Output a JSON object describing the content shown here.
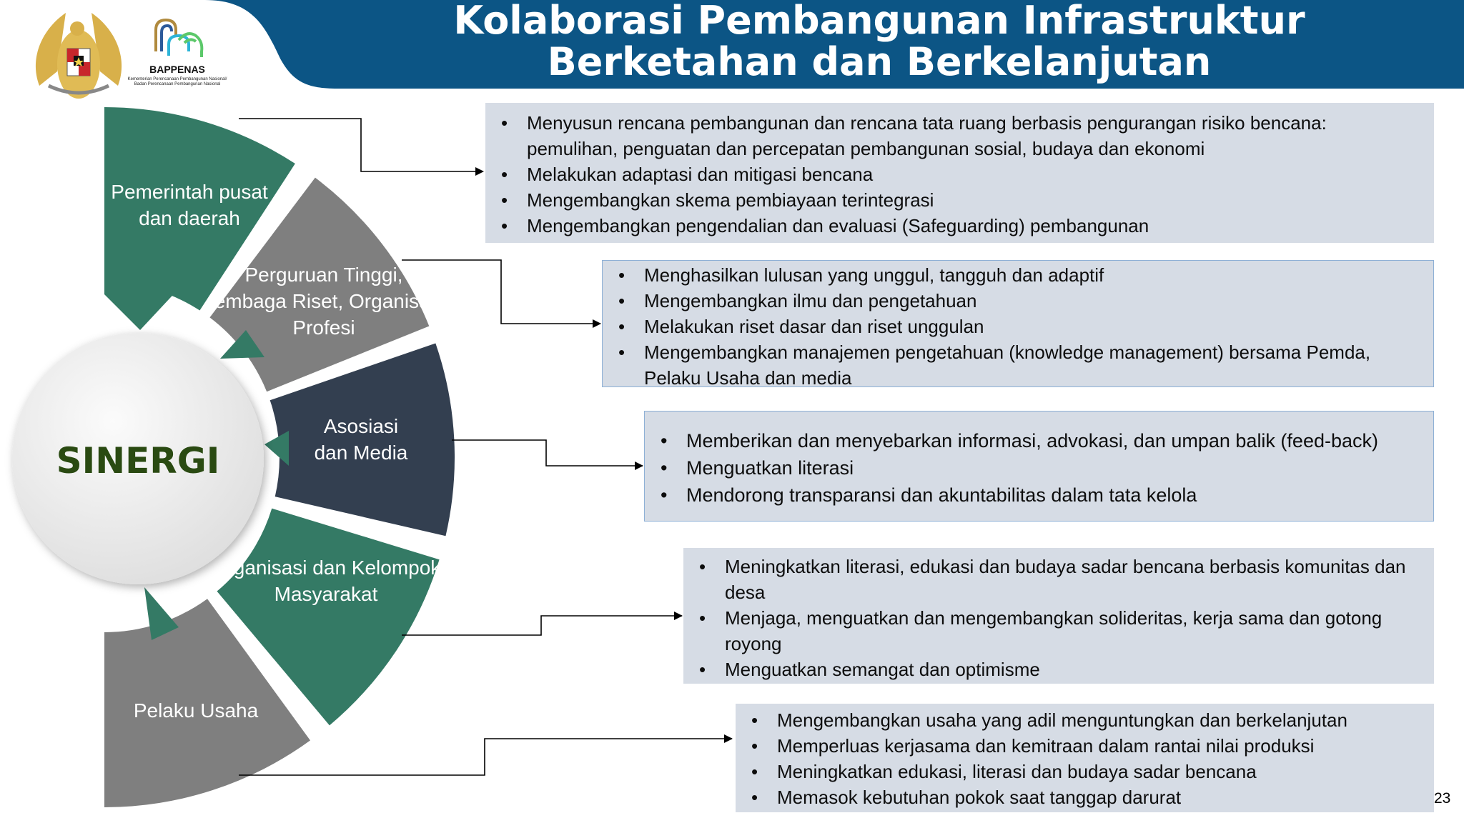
{
  "header": {
    "title_line1": "Kolaborasi Pembangunan Infrastruktur",
    "title_line2": "Berketahan dan Berkelanjutan",
    "band_color": "#0c5585"
  },
  "logos": {
    "garuda": "garuda-pancasila-emblem",
    "bappenas_name": "BAPPENAS",
    "bappenas_sub1": "Kementerian Perencanaan Pembangunan Nasional/",
    "bappenas_sub2": "Badan Perencanaan Pembangunan Nasional"
  },
  "diagram": {
    "center_label": "SINERGI",
    "center_label_color": "#2a4a12",
    "segments": [
      {
        "line1": "Pemerintah pusat",
        "line2": "dan daerah",
        "line3": "",
        "color": "#347a65"
      },
      {
        "line1": "Perguruan Tinggi,",
        "line2": "Lembaga Riset, Organisasi",
        "line3": "Profesi",
        "color": "#7f7f7f"
      },
      {
        "line1": "Asosiasi",
        "line2": "dan Media",
        "line3": "",
        "color": "#333f50"
      },
      {
        "line1": "Organisasi dan Kelompok",
        "line2": "Masyarakat",
        "line3": "",
        "color": "#347a65"
      },
      {
        "line1": "Pelaku Usaha",
        "line2": "",
        "line3": "",
        "color": "#7f7f7f"
      }
    ]
  },
  "boxes": [
    {
      "items": [
        "Menyusun rencana pembangunan dan rencana tata ruang berbasis pengurangan risiko bencana: pemulihan, penguatan dan percepatan pembangunan sosial, budaya dan ekonomi",
        "Melakukan adaptasi dan mitigasi bencana",
        "Mengembangkan skema pembiayaan terintegrasi",
        "Mengembangkan pengendalian dan evaluasi (Safeguarding) pembangunan"
      ]
    },
    {
      "items": [
        "Menghasilkan lulusan yang unggul, tangguh dan adaptif",
        "Mengembangkan ilmu dan pengetahuan",
        "Melakukan riset dasar dan riset unggulan",
        "Mengembangkan manajemen pengetahuan (knowledge management) bersama Pemda, Pelaku Usaha dan media"
      ]
    },
    {
      "items": [
        "Memberikan dan menyebarkan informasi, advokasi, dan umpan balik (feed-back)",
        "Menguatkan literasi",
        "Mendorong transparansi dan akuntabilitas dalam tata kelola"
      ]
    },
    {
      "items": [
        "Meningkatkan literasi, edukasi dan budaya sadar bencana berbasis komunitas dan desa",
        "Menjaga, menguatkan dan mengembangkan solideritas, kerja sama dan gotong royong",
        "Menguatkan semangat dan optimisme"
      ]
    },
    {
      "items": [
        "Mengembangkan usaha yang adil menguntungkan dan berkelanjutan",
        "Memperluas kerjasama dan kemitraan dalam rantai nilai produksi",
        "Meningkatkan edukasi, literasi dan budaya sadar bencana",
        "Memasok kebutuhan pokok saat tanggap darurat"
      ]
    }
  ],
  "bullet": "•",
  "colors": {
    "box_fill": "#d6dce5",
    "box_border": "#8eb0d6"
  },
  "page_number": "23"
}
